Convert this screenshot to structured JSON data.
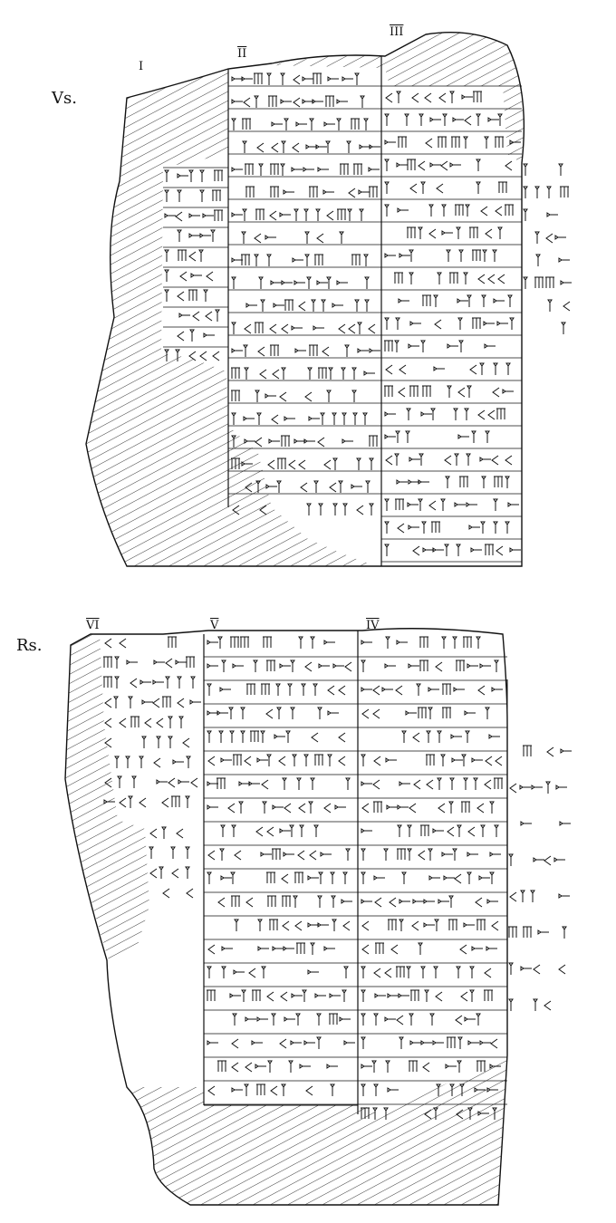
{
  "obverse": {
    "face_label": "Vs.",
    "columns": [
      "I",
      "II",
      "III"
    ]
  },
  "reverse": {
    "face_label": "Rs.",
    "columns": [
      "VI",
      "V",
      "IV"
    ]
  },
  "colors": {
    "ink": "#111111",
    "paper": "#ffffff"
  }
}
